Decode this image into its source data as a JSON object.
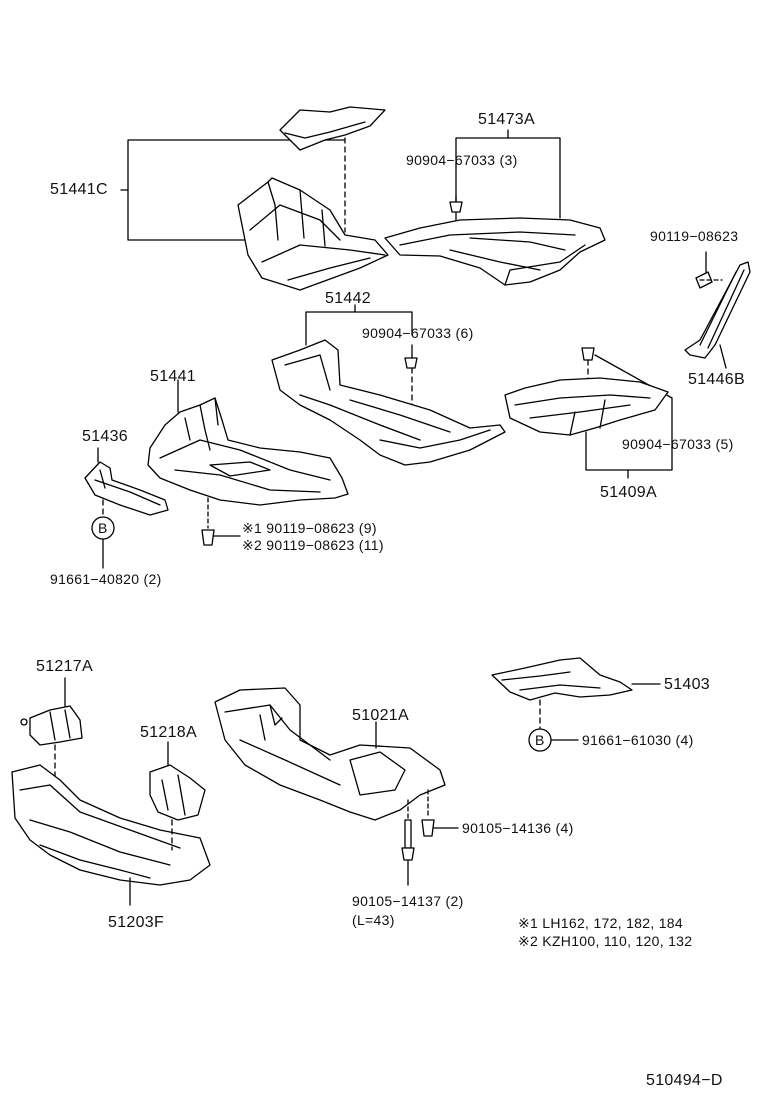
{
  "labels": {
    "p51441C": "51441C",
    "p51473A": "51473A",
    "f90904_3": "90904−67033 (3)",
    "f90119": "90119−08623",
    "p51442": "51442",
    "f90904_6": "90904−67033 (6)",
    "p51441": "51441",
    "p51446B": "51446B",
    "p51436": "51436",
    "f90904_5": "90904−67033 (5)",
    "p51409A": "51409A",
    "bolt1": "※1 90119−08623 (9)",
    "bolt2": "※2 90119−08623 (11)",
    "f91661_2": "91661−40820 (2)",
    "p51217A": "51217A",
    "p51403": "51403",
    "p51218A": "51218A",
    "p51021A": "51021A",
    "f91661_4": "91661−61030 (4)",
    "f90105_4": "90105−14136 (4)",
    "p51203F": "51203F",
    "f90105_2": "90105−14137 (2)",
    "len": "(L=43)",
    "note1": "※1 LH162, 172, 182, 184",
    "note2": "※2 KZH100, 110, 120, 132",
    "code": "510494−D",
    "markerB1": "B",
    "markerB2": "B"
  }
}
